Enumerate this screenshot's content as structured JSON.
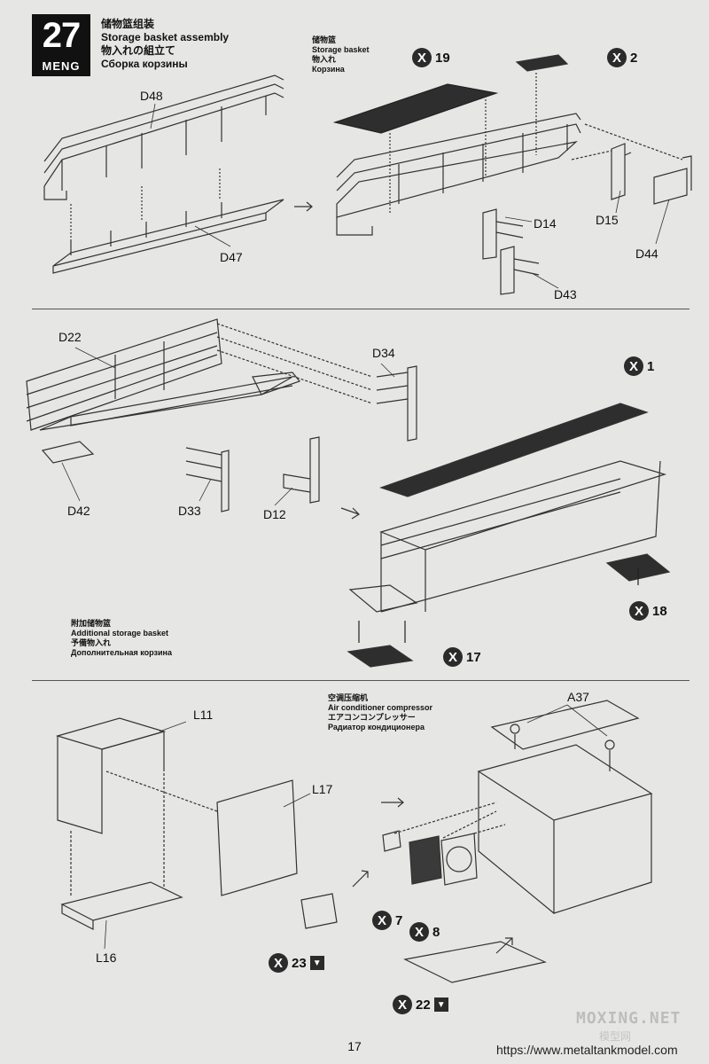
{
  "step": {
    "number": "27",
    "brand": "MENG"
  },
  "header": {
    "title_cn": "储物篮组装",
    "title_en": "Storage basket assembly",
    "title_jp": "物入れの組立て",
    "title_ru": "Сборка корзины"
  },
  "caption_basket": {
    "cn": "储物篮",
    "en": "Storage basket",
    "jp": "物入れ",
    "ru": "Корзина"
  },
  "caption_additional": {
    "cn": "附加储物篮",
    "en": "Additional storage basket",
    "jp": "予備物入れ",
    "ru": "Дополнительная корзина"
  },
  "caption_compressor": {
    "cn": "空调压缩机",
    "en": "Air conditioner compressor",
    "jp": "エアコンコンプレッサー",
    "ru": "Радиатор кондиционера"
  },
  "labels": {
    "d48": "D48",
    "d47": "D47",
    "d14": "D14",
    "d15": "D15",
    "d44": "D44",
    "d43": "D43",
    "d22": "D22",
    "d34": "D34",
    "d42": "D42",
    "d33": "D33",
    "d12": "D12",
    "l11": "L11",
    "l17": "L17",
    "l16": "L16",
    "a37": "A37"
  },
  "parts": {
    "x19": "19",
    "x2": "2",
    "x1": "1",
    "x18": "18",
    "x17": "17",
    "x7": "7",
    "x8": "8",
    "x23": "23",
    "x22": "22"
  },
  "part_icon": "X",
  "glue_icon_name": "cement-boot-icon",
  "page_number": "17",
  "watermark": {
    "text": "MOXING.NET",
    "sub": "模型网"
  },
  "url": "https://www.metaltankmodel.com"
}
